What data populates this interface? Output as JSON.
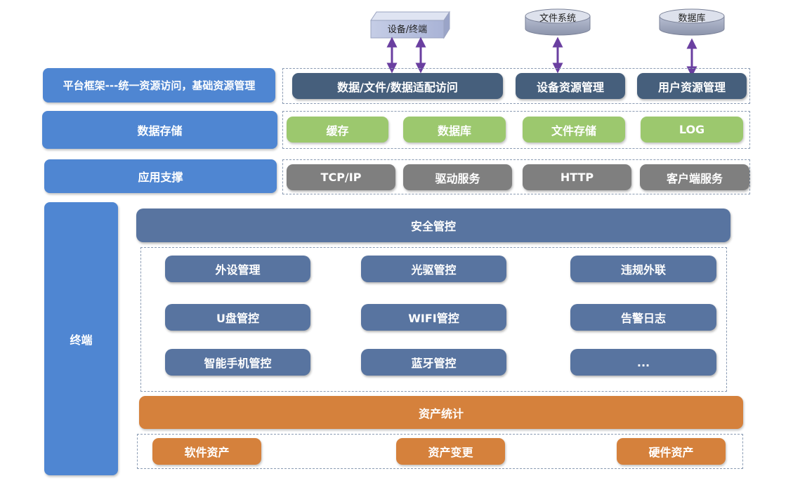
{
  "top": {
    "device": "设备/终端",
    "filesystem": "文件系统",
    "database": "数据库"
  },
  "rows": {
    "framework_label": "平台框架---统一资源访问，基础资源管理",
    "framework_items": [
      "数据/文件/数据适配访问",
      "设备资源管理",
      "用户资源管理"
    ],
    "storage_label": "数据存储",
    "storage_items": [
      "缓存",
      "数据库",
      "文件存储",
      "LOG"
    ],
    "app_label": "应用支撑",
    "app_items": [
      "TCP/IP",
      "驱动服务",
      "HTTP",
      "客户端服务"
    ]
  },
  "terminal": {
    "label": "终端",
    "security": "安全管控",
    "controls": [
      "外设管理",
      "光驱管控",
      "违规外联",
      "U盘管控",
      "WIFI管控",
      "告警日志",
      "智能手机管控",
      "蓝牙管控",
      "..."
    ],
    "asset_stats": "资产统计",
    "assets": [
      "软件资产",
      "资产变更",
      "硬件资产"
    ]
  },
  "colors": {
    "label_blue": "#4f86d2",
    "dark_slate": "#465f7c",
    "green": "#9cc86e",
    "gray": "#7f7f7f",
    "slate": "#5874a0",
    "orange": "#d5813c",
    "arrow_purple": "#6a3fa0"
  }
}
